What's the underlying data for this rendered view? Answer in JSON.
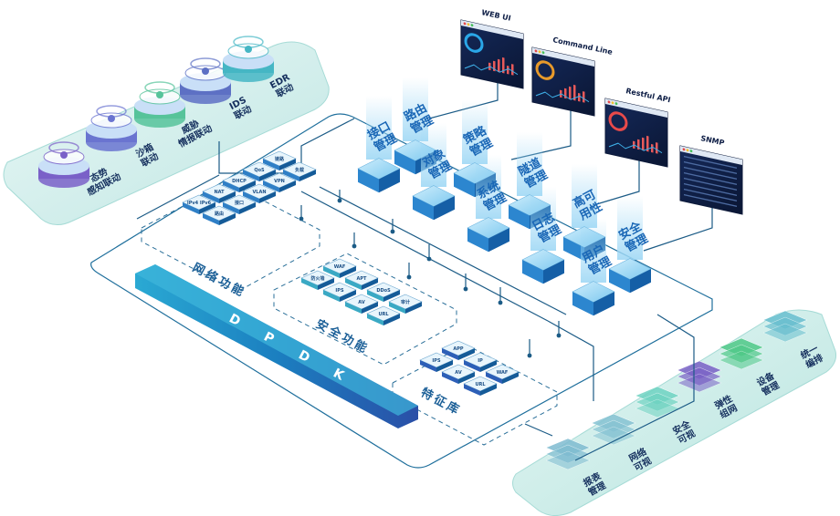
{
  "interfaces": [
    {
      "id": "web_ui",
      "title": "WEB UI"
    },
    {
      "id": "command_line",
      "title": "Command Line"
    },
    {
      "id": "restful_api",
      "title": "Restful API"
    },
    {
      "id": "snmp",
      "title": "SNMP"
    }
  ],
  "linkage_modules": [
    {
      "id": "situation",
      "lines": [
        "态势",
        "感知联动"
      ]
    },
    {
      "id": "sandbox",
      "lines": [
        "沙箱",
        "联动"
      ]
    },
    {
      "id": "threat_intel",
      "lines": [
        "威胁",
        "情报联动"
      ]
    },
    {
      "id": "ids",
      "lines": [
        "IDS",
        "联动"
      ]
    },
    {
      "id": "edr",
      "lines": [
        "EDR",
        "联动"
      ]
    }
  ],
  "management_modules": [
    {
      "id": "routing",
      "lines": [
        "路由",
        "管理"
      ]
    },
    {
      "id": "interface",
      "lines": [
        "接口",
        "管理"
      ]
    },
    {
      "id": "policy",
      "lines": [
        "策略",
        "管理"
      ]
    },
    {
      "id": "object",
      "lines": [
        "对象",
        "管理"
      ]
    },
    {
      "id": "tunnel",
      "lines": [
        "隧道",
        "管理"
      ]
    },
    {
      "id": "system",
      "lines": [
        "系统",
        "管理"
      ]
    },
    {
      "id": "ha",
      "lines": [
        "高可",
        "用性"
      ]
    },
    {
      "id": "log",
      "lines": [
        "日志",
        "管理"
      ]
    },
    {
      "id": "security",
      "lines": [
        "安全",
        "管理"
      ]
    },
    {
      "id": "user",
      "lines": [
        "用户",
        "管理"
      ]
    }
  ],
  "sections": {
    "network_functions": "网络功能",
    "security_functions": "安全功能",
    "feature_library": "特征库",
    "dpdk": "DPDK"
  },
  "network_function_chips": [
    "IPv4 IPv6",
    "路由",
    "NAT",
    "接口",
    "DHCP",
    "VLAN",
    "QoS",
    "VPN",
    "链路",
    "负载"
  ],
  "security_function_chips": [
    "防火墙",
    "IPS",
    "AV",
    "URL",
    "WAF",
    "APT",
    "DDoS",
    "审计"
  ],
  "feature_chips": [
    "IPS",
    "AV",
    "URL",
    "APP",
    "IP",
    "WAF"
  ],
  "platform_modules": [
    {
      "id": "report",
      "lines": [
        "报表",
        "管理"
      ]
    },
    {
      "id": "net_visual",
      "lines": [
        "网络",
        "可视"
      ]
    },
    {
      "id": "sec_visual",
      "lines": [
        "安全",
        "可视"
      ]
    },
    {
      "id": "elastic",
      "lines": [
        "弹性",
        "组网"
      ]
    },
    {
      "id": "device",
      "lines": [
        "设备",
        "管理"
      ]
    },
    {
      "id": "orchestration",
      "lines": [
        "统一",
        "编排"
      ]
    }
  ],
  "colors": {
    "navy": "#0c1c44",
    "cyan": "#1aa9d6",
    "teal": "#3cc0b9",
    "deep_blue": "#1b62b4",
    "line": "#164f7a",
    "platform": "#d6f1ef",
    "purple": "#7b64c8",
    "green": "#4ecb88"
  }
}
